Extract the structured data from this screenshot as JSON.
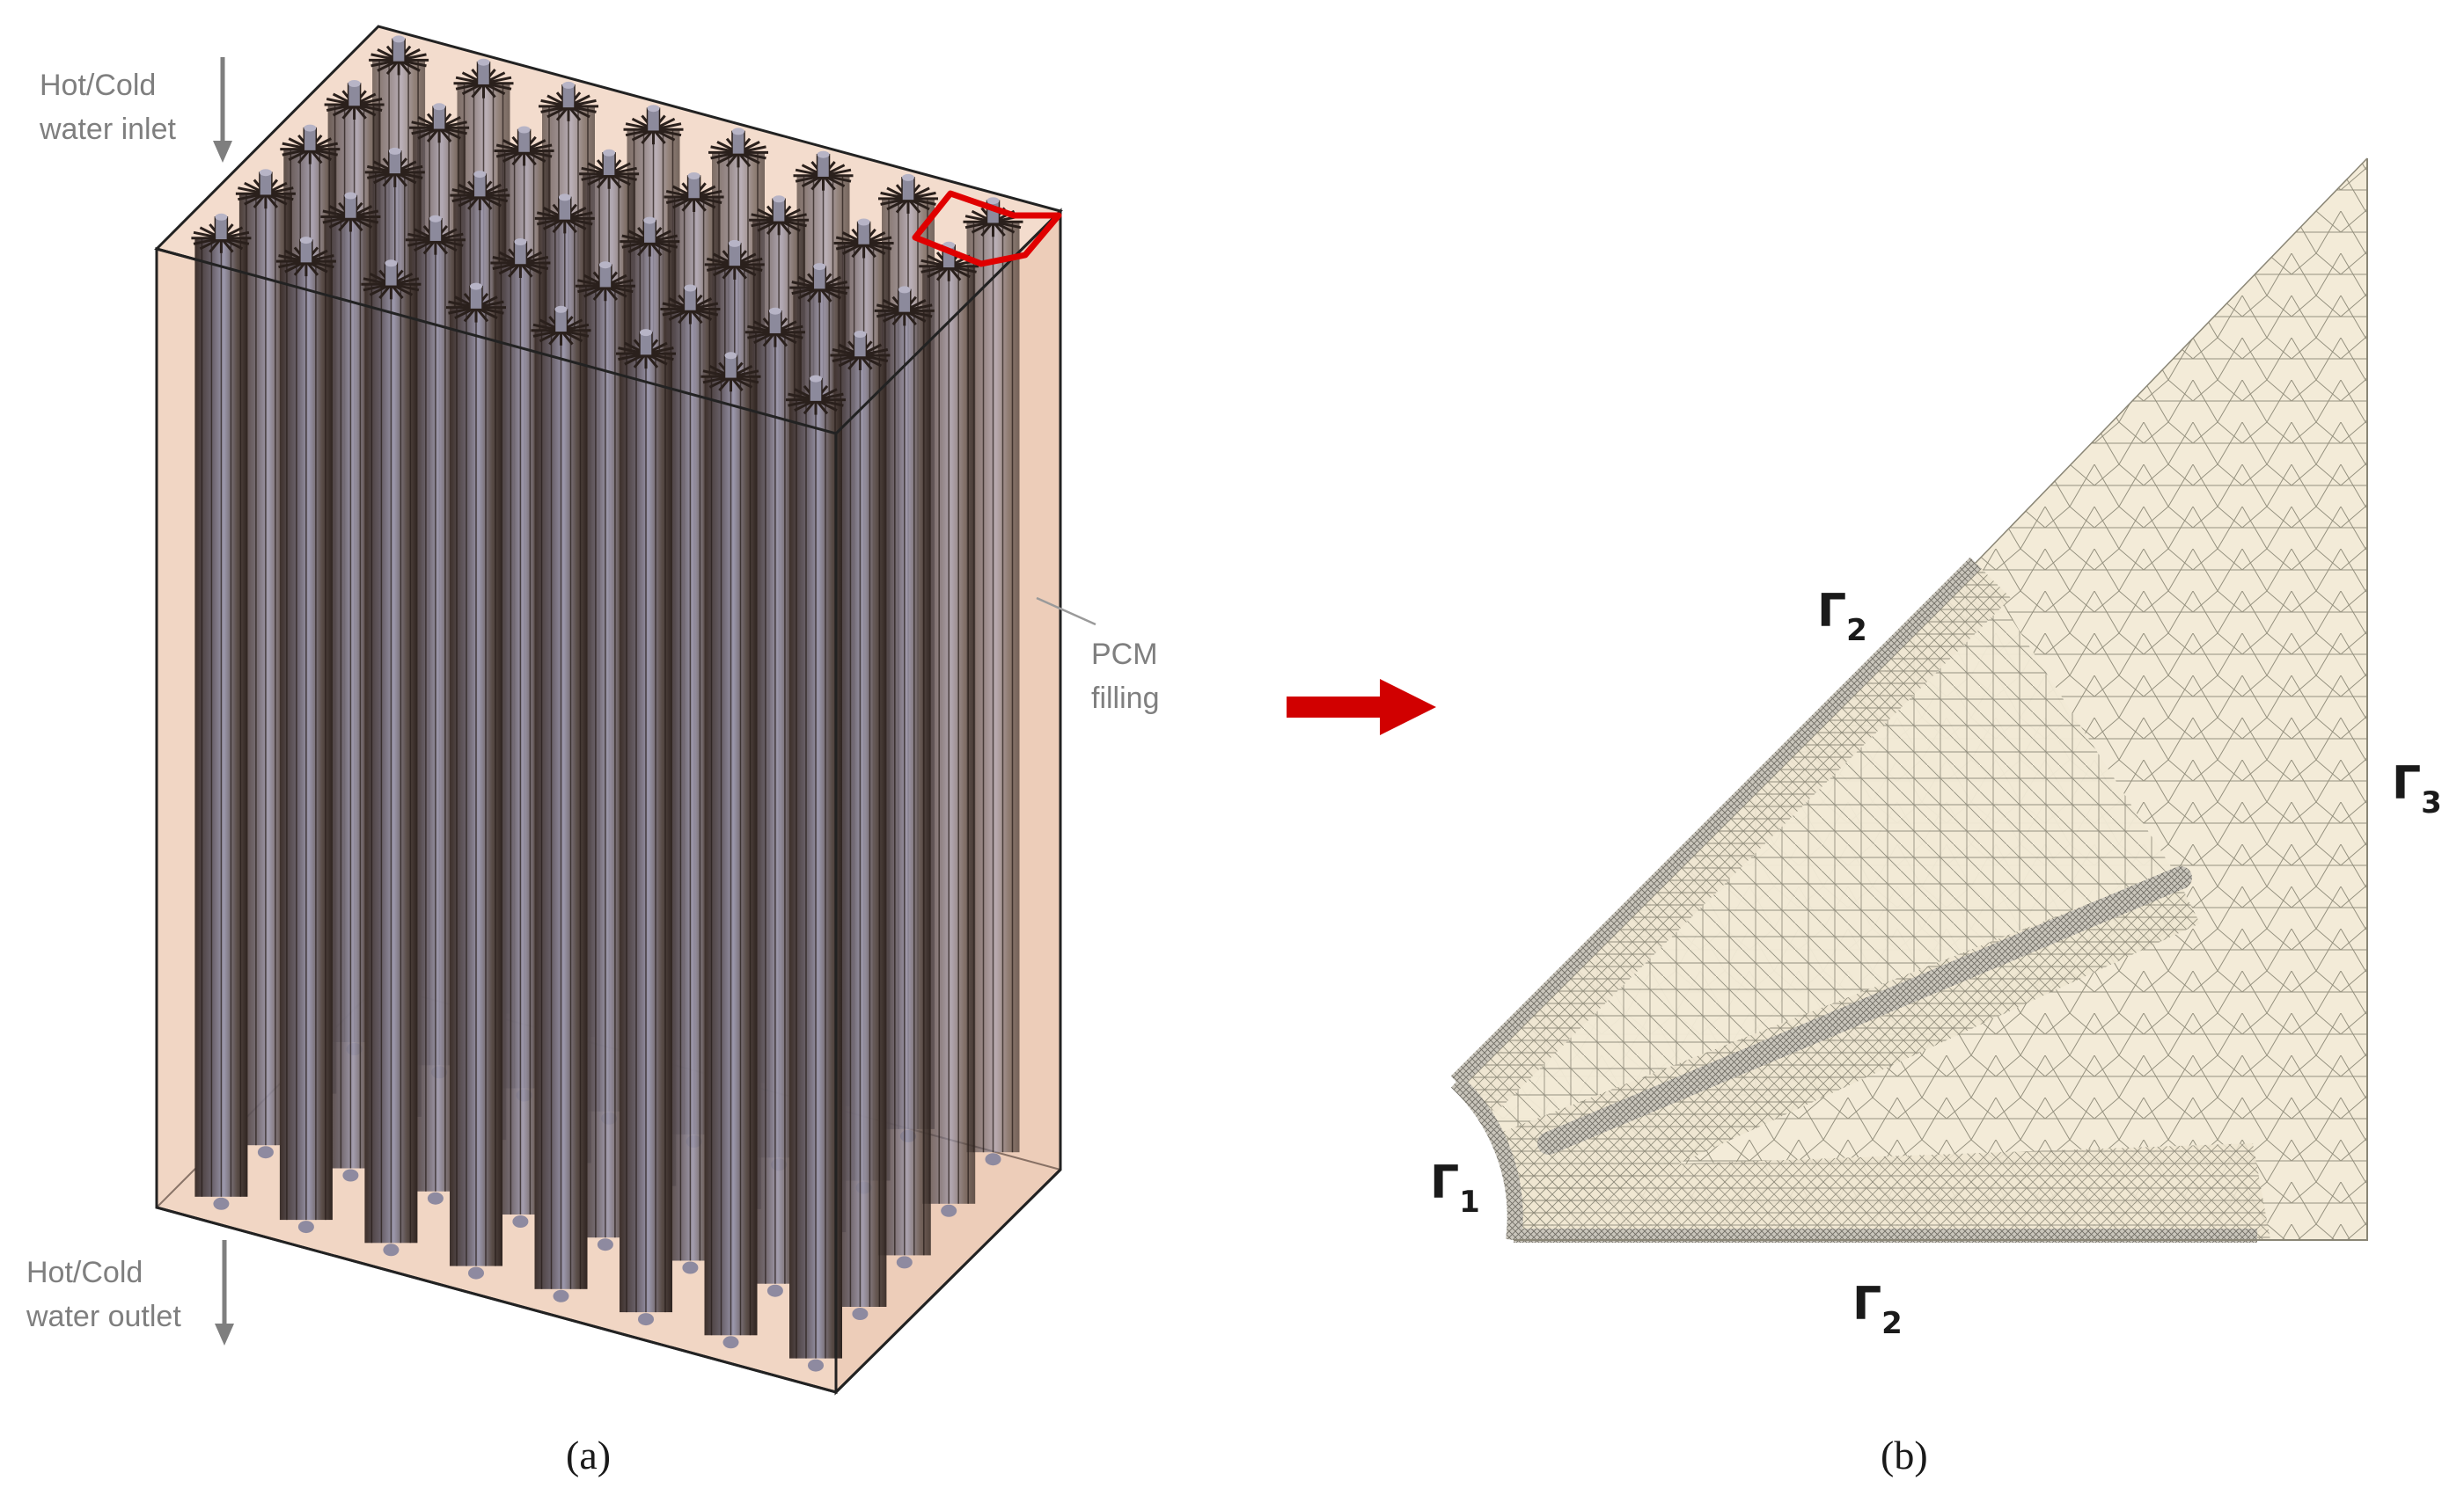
{
  "panel_a": {
    "label": "(a)",
    "inlet_line1": "Hot/Cold",
    "inlet_line2": "water inlet",
    "outlet_line1": "Hot/Cold",
    "outlet_line2": "water outlet",
    "pcm_line1": "PCM",
    "pcm_line2": "filling",
    "tube_columns": 8,
    "tube_rows": 5
  },
  "panel_b": {
    "label": "(b)",
    "gamma1": "Γ",
    "gamma1_sub": "1",
    "gamma2_top": "Γ",
    "gamma2_top_sub": "2",
    "gamma2_bottom": "Γ",
    "gamma2_bottom_sub": "2",
    "gamma3": "Γ",
    "gamma3_sub": "3"
  },
  "colors": {
    "pcm_fill": "#f1d6c4",
    "tube_dark": "#4a3b35",
    "tube_light": "#8e8aa0",
    "highlight": "#e00000",
    "arrow": "#d10000",
    "mesh_fill": "#f2ead6",
    "mesh_line": "#8a8676",
    "callout_text": "#7f7f7f"
  }
}
